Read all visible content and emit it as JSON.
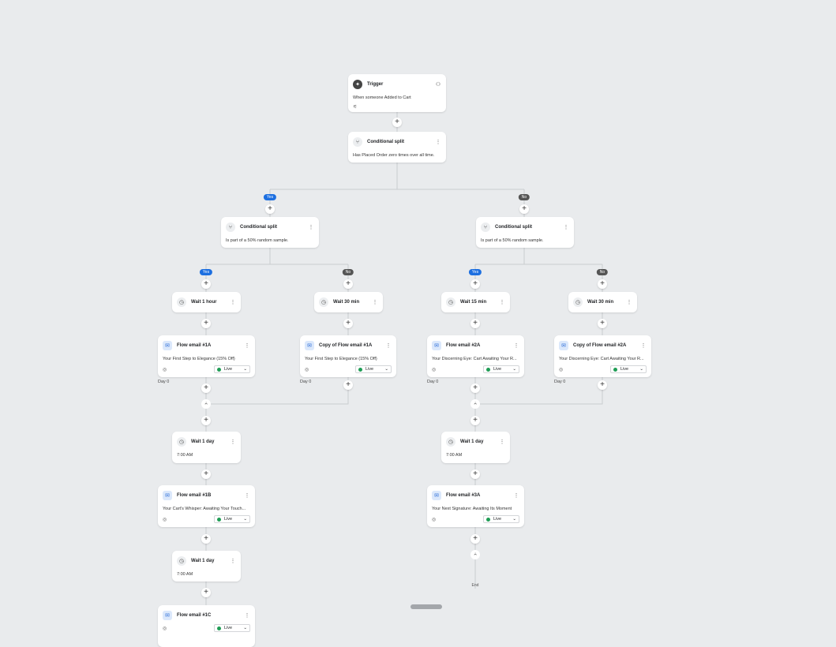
{
  "nodes": [
    {
      "id": "trigger",
      "type": "trigger",
      "title": "Trigger",
      "desc": "When someone Added to Cart",
      "icon": "trigger-icon"
    },
    {
      "id": "split1",
      "type": "split",
      "title": "Conditional split",
      "desc": "Has Placed Order zero times over all time."
    },
    {
      "id": "split2",
      "type": "split",
      "title": "Conditional split",
      "desc": "Is part of a 50% random sample."
    },
    {
      "id": "split3",
      "type": "split",
      "title": "Conditional split",
      "desc": "Is part of a 50% random sample."
    },
    {
      "id": "w1",
      "type": "wait",
      "title": "Wait 1 hour"
    },
    {
      "id": "w2",
      "type": "wait",
      "title": "Wait 30 min"
    },
    {
      "id": "w3",
      "type": "wait",
      "title": "Wait 15 min"
    },
    {
      "id": "w4",
      "type": "wait",
      "title": "Wait 30 min"
    },
    {
      "id": "e1",
      "type": "email",
      "title": "Flow email #1A",
      "desc": "Your First Step to Elegance (15% Off)",
      "status": "Live",
      "day": "Day 0"
    },
    {
      "id": "e2",
      "type": "email",
      "title": "Copy of Flow email #1A",
      "desc": "Your First Step to Elegance (15% Off)",
      "status": "Live",
      "day": "Day 0"
    },
    {
      "id": "e3",
      "type": "email",
      "title": "Flow email #2A",
      "desc": "Your Discerning Eye: Cart Awaiting Your R...",
      "status": "Live",
      "day": "Day 0"
    },
    {
      "id": "e4",
      "type": "email",
      "title": "Copy of Flow email #2A",
      "desc": "Your Discerning Eye: Cart Awaiting Your R...",
      "status": "Live",
      "day": "Day 0"
    },
    {
      "id": "w5",
      "type": "wait",
      "title": "Wait 1 day",
      "desc": "7:00 AM"
    },
    {
      "id": "w6",
      "type": "wait",
      "title": "Wait 1 day",
      "desc": "7:00 AM"
    },
    {
      "id": "e5",
      "type": "email",
      "title": "Flow email #1B",
      "desc": "Your Cart's Whisper: Awaiting Your Touch...",
      "status": "Live"
    },
    {
      "id": "e6",
      "type": "email",
      "title": "Flow email #3A",
      "desc": "Your Next Signature: Awaiting Its Moment",
      "status": "Live"
    },
    {
      "id": "w7",
      "type": "wait",
      "title": "Wait 1 day",
      "desc": "7:00 AM"
    },
    {
      "id": "e7",
      "type": "email",
      "title": "Flow email #1C",
      "desc": "",
      "status": "Live"
    }
  ],
  "branches": {
    "yes": "Yes",
    "no": "No"
  },
  "end_label": "End",
  "colors": {
    "yes": "#1d6fe0",
    "no": "#555555",
    "live": "#1f9d55",
    "canvas": "#e9ebed"
  }
}
